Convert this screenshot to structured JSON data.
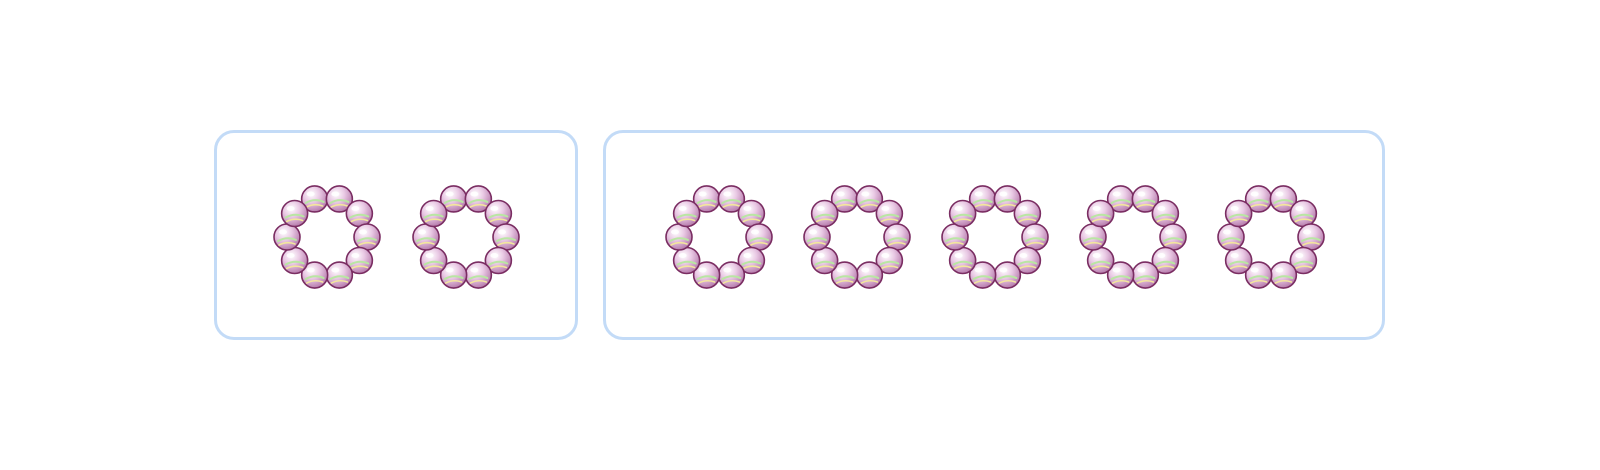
{
  "colors": {
    "box_border": "#c3dbf7",
    "bead_fill": "#e9c9e4",
    "bead_shade": "#b57aab",
    "bead_outline": "#7a2d62",
    "bead_highlight": "#ffffff",
    "bead_stripe_green": "#b9e6a3",
    "bead_stripe_yellow": "#f3e79d"
  },
  "groups": [
    {
      "name": "left-group",
      "rings": 2,
      "beads_per_ring": 10
    },
    {
      "name": "right-group",
      "rings": 5,
      "beads_per_ring": 10
    }
  ]
}
